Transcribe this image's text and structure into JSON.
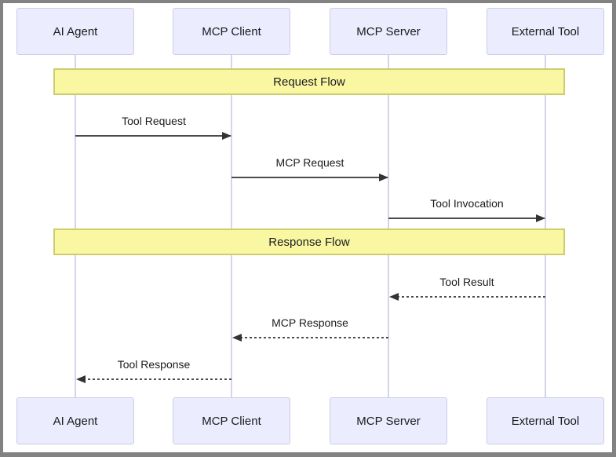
{
  "diagram": {
    "type": "sequence",
    "participants": [
      {
        "label": "AI Agent"
      },
      {
        "label": "MCP Client"
      },
      {
        "label": "MCP Server"
      },
      {
        "label": "External Tool"
      }
    ],
    "sections": [
      {
        "label": "Request Flow"
      },
      {
        "label": "Response Flow"
      }
    ],
    "messages": [
      {
        "label": "Tool Request",
        "from": "AI Agent",
        "to": "MCP Client",
        "style": "solid"
      },
      {
        "label": "MCP Request",
        "from": "MCP Client",
        "to": "MCP Server",
        "style": "solid"
      },
      {
        "label": "Tool Invocation",
        "from": "MCP Server",
        "to": "External Tool",
        "style": "solid"
      },
      {
        "label": "Tool Result",
        "from": "External Tool",
        "to": "MCP Server",
        "style": "dotted"
      },
      {
        "label": "MCP Response",
        "from": "MCP Server",
        "to": "MCP Client",
        "style": "dotted"
      },
      {
        "label": "Tool Response",
        "from": "MCP Client",
        "to": "AI Agent",
        "style": "dotted"
      }
    ],
    "colors": {
      "participant_fill": "#ECECFF",
      "participant_border": "#CCCCE6",
      "section_fill": "#FAF7A3",
      "section_border": "#CDCD6E",
      "lifeline": "#C9C6E4",
      "arrow": "#333333",
      "frame_border": "#828282",
      "text": "#1b1b1b",
      "background": "#FFFFFF"
    }
  }
}
